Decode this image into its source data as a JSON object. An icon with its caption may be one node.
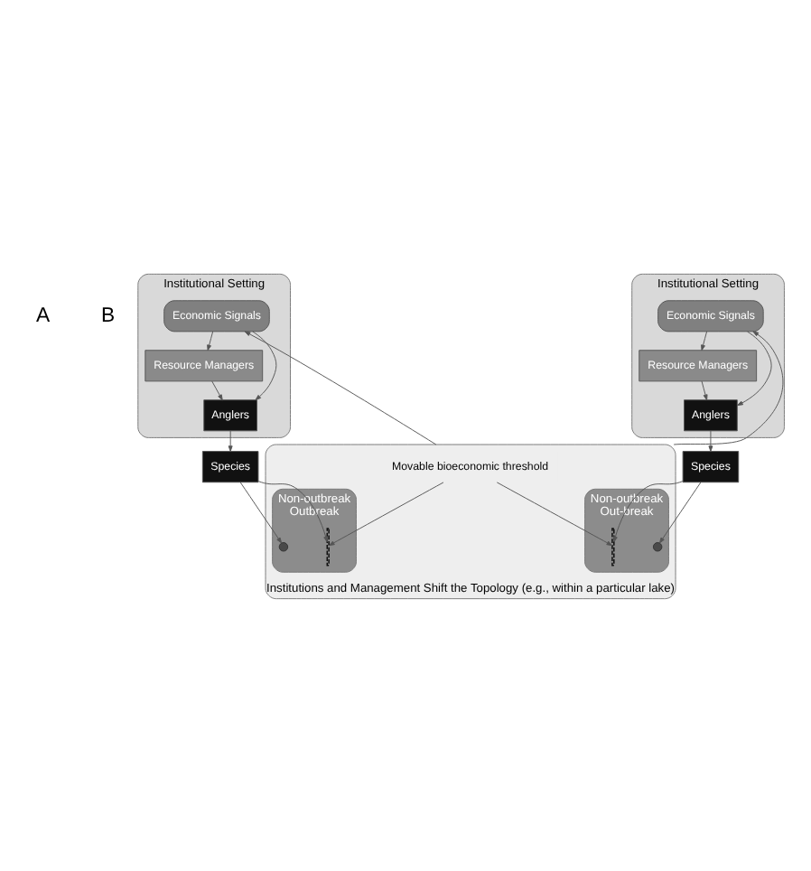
{
  "diagram": {
    "nodes": [
      {
        "text": [
          "Institutional Setting"
        ]
      },
      {
        "text": [
          "Economic Signals"
        ],
        "in": 0
      },
      {
        "text": [
          "Resource Managers"
        ],
        "in": 0
      },
      {
        "text": [
          "Anglers"
        ],
        "in": 0
      },
      {
        "text": [
          "Species"
        ]
      },
      {
        "text": [
          "Institutional Setting"
        ]
      },
      {
        "text": [
          "Economic Signals"
        ],
        "in": 5
      },
      {
        "text": [
          "Resource Managers"
        ],
        "in": 5
      },
      {
        "text": [
          "Anglers"
        ],
        "in": 5
      },
      {
        "text": [
          "Species"
        ]
      },
      {
        "text": [
          "Institutions and Management Shift the Topology (e.g., within a particular lake)"
        ]
      },
      {
        "text": [
          "Non-outbreak",
          "Outbreak"
        ],
        "in": 10
      },
      {
        "text": [],
        "shape": "line",
        "in": 11
      },
      {
        "text": [],
        "shape": "circle",
        "in": 11
      },
      {
        "text": [
          "Non-outbreak",
          "Out-break"
        ],
        "in": 10
      },
      {
        "text": [],
        "shape": "circle",
        "in": 14
      },
      {
        "text": [],
        "shape": "line",
        "in": 14
      },
      {
        "text": [
          "Movable bioeconomic threshold"
        ],
        "in": 10
      }
    ],
    "edges": [
      {
        "from": 1,
        "to": 2,
        "arrow": "to"
      },
      {
        "from": 2,
        "to": 3,
        "arrow": "to"
      },
      {
        "from": 3,
        "to": 4,
        "arrow": "to"
      },
      {
        "from": 1,
        "to": 3,
        "arrow": "to"
      },
      {
        "from": 10,
        "to": 1,
        "arrow": "to"
      },
      {
        "from": 6,
        "to": 7,
        "arrow": "to"
      },
      {
        "from": 7,
        "to": 8,
        "arrow": "to"
      },
      {
        "from": 8,
        "to": 9,
        "arrow": "to"
      },
      {
        "from": 6,
        "to": 8,
        "arrow": "to"
      },
      {
        "from": 10,
        "to": 6,
        "arrow": "to"
      },
      {
        "from": 4,
        "to": 12,
        "arrow": "to"
      },
      {
        "from": 4,
        "to": 13,
        "arrow": "to"
      },
      {
        "from": 9,
        "to": 16,
        "arrow": "to"
      },
      {
        "from": 9,
        "to": 15,
        "arrow": "to"
      },
      {
        "from": 17,
        "to": 12,
        "arrow": "to"
      },
      {
        "from": 17,
        "to": 16,
        "arrow": "to"
      }
    ],
    "labels": [
      "A",
      "B"
    ]
  }
}
